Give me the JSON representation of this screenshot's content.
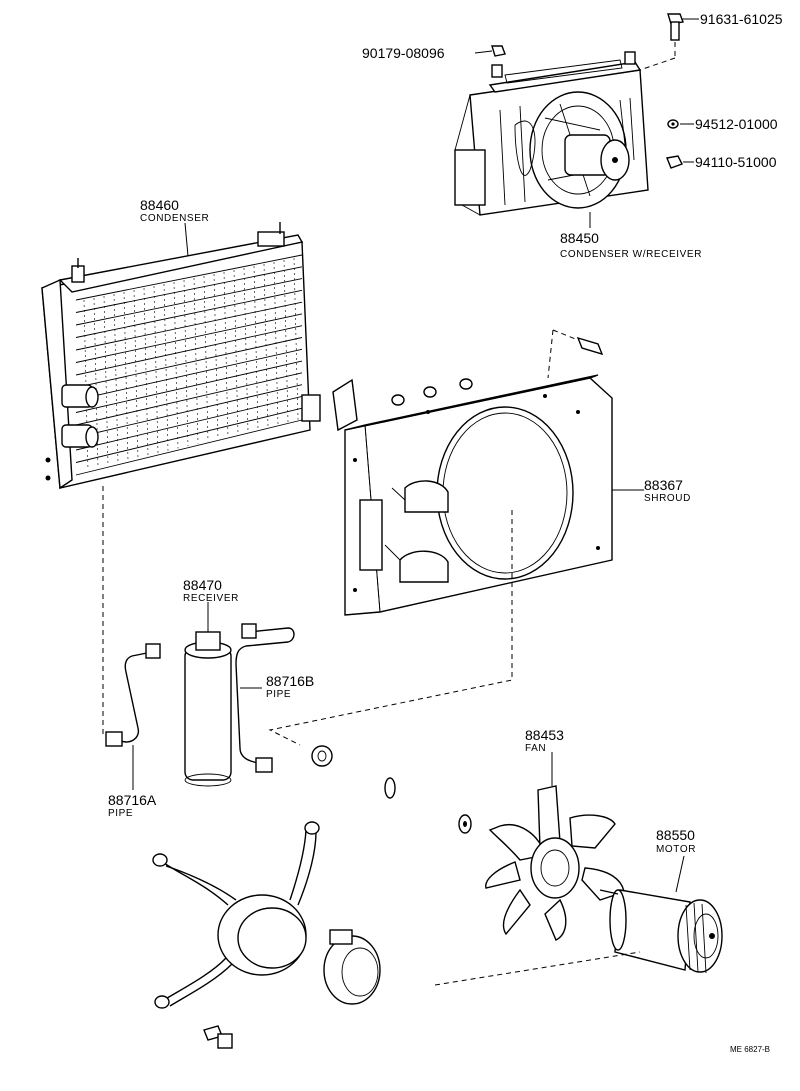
{
  "diagram": {
    "part_labels": {
      "p91631": "91631-61025",
      "p90179": "90179-08096",
      "p94512": "94512-01000",
      "p94110": "94110-51000",
      "p88450_num": "88450",
      "p88450_name": "CONDENSER W/RECEIVER",
      "p88460_num": "88460",
      "p88460_name": "CONDENSER",
      "p88367_num": "88367",
      "p88367_name": "SHROUD",
      "p88470_num": "88470",
      "p88470_name": "RECEIVER",
      "p88716B_num": "88716B",
      "p88716B_name": "PIPE",
      "p88716A_num": "88716A",
      "p88716A_name": "PIPE",
      "p88453_num": "88453",
      "p88453_name": "FAN",
      "p88550_num": "88550",
      "p88550_name": "MOTOR"
    },
    "figure_code": "ME 6827-B"
  }
}
